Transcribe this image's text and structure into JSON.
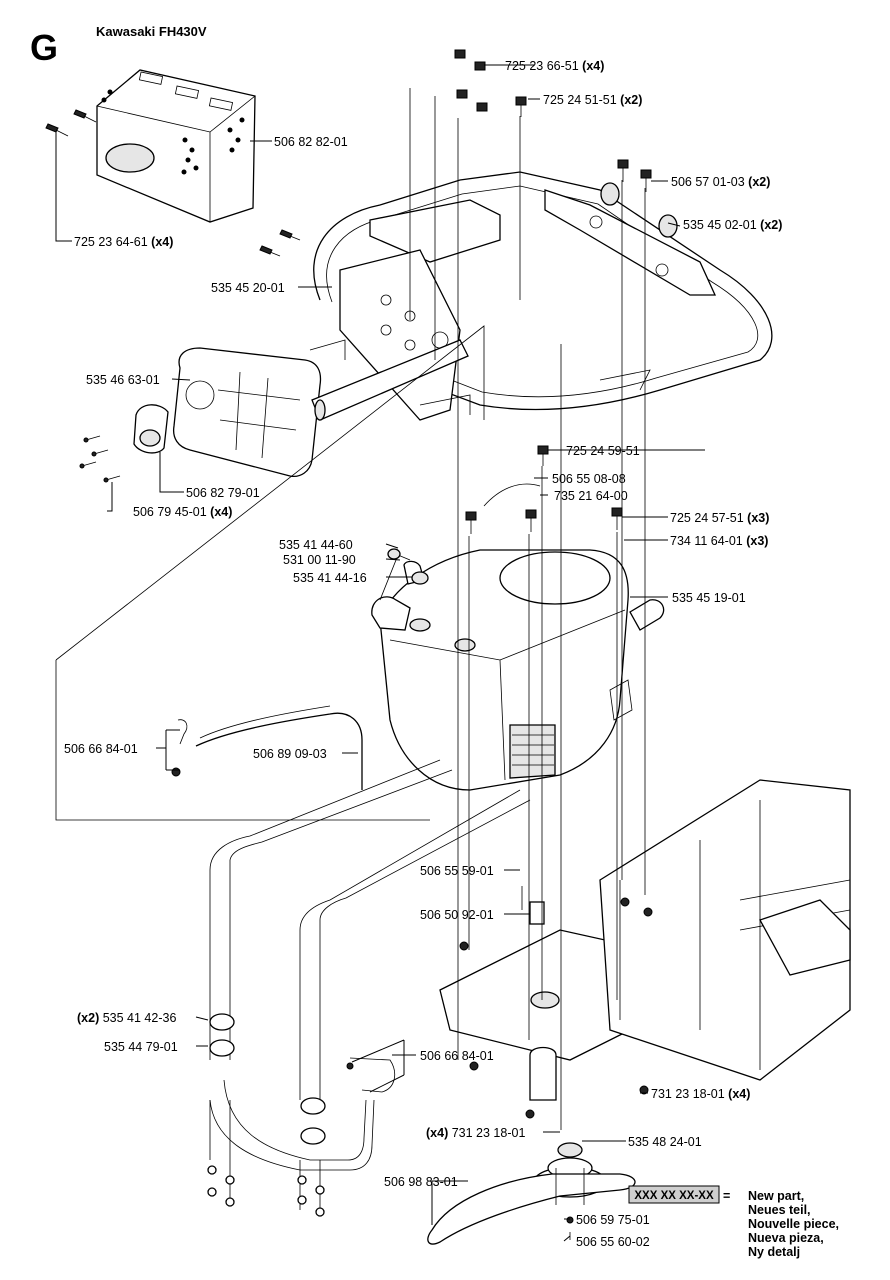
{
  "header": {
    "section_letter": "G",
    "engine_model": "Kawasaki FH430V"
  },
  "callouts": [
    {
      "id": "c1",
      "code": "725 23 66-51",
      "qty": "(x4)"
    },
    {
      "id": "c2",
      "code": "725 24 51-51",
      "qty": "(x2)"
    },
    {
      "id": "c3",
      "code": "506 82 82-01",
      "qty": ""
    },
    {
      "id": "c4",
      "code": "506 57 01-03",
      "qty": "(x2)"
    },
    {
      "id": "c5",
      "code": "535 45 02-01",
      "qty": "(x2)"
    },
    {
      "id": "c6",
      "code": "725 23 64-61",
      "qty": "(x4)"
    },
    {
      "id": "c7",
      "code": "535 45 20-01",
      "qty": ""
    },
    {
      "id": "c8",
      "code": "535 46 63-01",
      "qty": ""
    },
    {
      "id": "c9",
      "code": "506 82 79-01",
      "qty": ""
    },
    {
      "id": "c10",
      "code": "506 79 45-01",
      "qty": "(x4)"
    },
    {
      "id": "c11",
      "code": "725 24 59-51",
      "qty": ""
    },
    {
      "id": "c12",
      "code": "506 55 08-08",
      "qty": ""
    },
    {
      "id": "c13",
      "code": "735 21 64-00",
      "qty": ""
    },
    {
      "id": "c14",
      "code": "725 24 57-51",
      "qty": "(x3)"
    },
    {
      "id": "c15",
      "code": "734 11 64-01",
      "qty": "(x3)"
    },
    {
      "id": "c16",
      "code": "535 41 44-60",
      "qty": ""
    },
    {
      "id": "c17",
      "code": "531 00 11-90",
      "qty": ""
    },
    {
      "id": "c18",
      "code": "535 41 44-16",
      "qty": ""
    },
    {
      "id": "c19",
      "code": "535 45 19-01",
      "qty": ""
    },
    {
      "id": "c20",
      "code": "506 66 84-01",
      "qty": ""
    },
    {
      "id": "c21",
      "code": "506 89 09-03",
      "qty": ""
    },
    {
      "id": "c22",
      "code": "506 55 59-01",
      "qty": ""
    },
    {
      "id": "c23",
      "code": "506 50 92-01",
      "qty": ""
    },
    {
      "id": "c24",
      "code": "535 41 42-36",
      "qty": "(x2)"
    },
    {
      "id": "c25",
      "code": "535 44 79-01",
      "qty": ""
    },
    {
      "id": "c26",
      "code": "506 66 84-01",
      "qty": ""
    },
    {
      "id": "c27",
      "code": "731 23 18-01",
      "qty": "(x4)"
    },
    {
      "id": "c28",
      "code": "731 23 18-01",
      "qty": "(x4)"
    },
    {
      "id": "c29",
      "code": "535 48 24-01",
      "qty": ""
    },
    {
      "id": "c30",
      "code": "506 98 83-01",
      "qty": ""
    },
    {
      "id": "c31",
      "code": "506 59 75-01",
      "qty": ""
    },
    {
      "id": "c32",
      "code": "506 55 60-02",
      "qty": ""
    }
  ],
  "legend": {
    "placeholder_code": "XXX XX XX-XX",
    "equals": "=",
    "lines": [
      "New part,",
      "Neues teil,",
      "Nouvelle piece,",
      "Nueva pieza,",
      "Ny detalj"
    ]
  }
}
